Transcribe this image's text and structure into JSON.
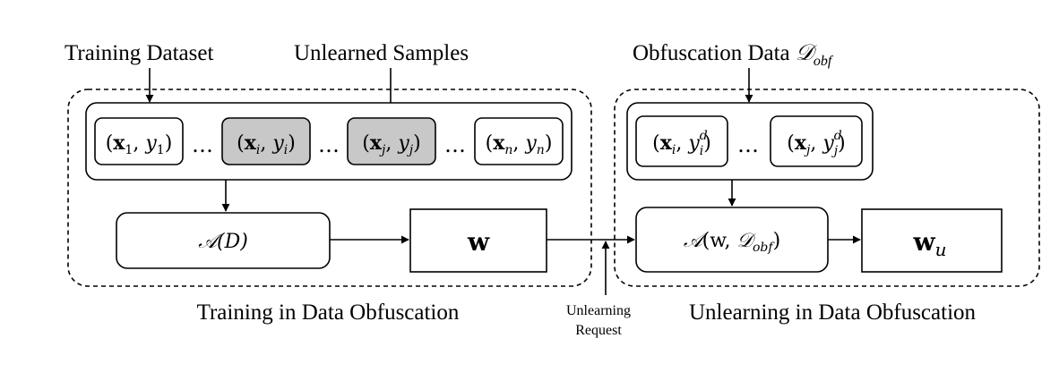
{
  "labels": {
    "training_dataset": "Training Dataset",
    "unlearned_samples": "Unlearned Samples",
    "obfuscation_data_text": "Obfuscation Data",
    "obfuscation_data_symbol": "𝒟",
    "obfuscation_data_sub": "obf",
    "training_caption": "Training in Data Obfuscation",
    "unlearning_caption": "Unlearning in Data Obfuscation",
    "unlearning_request_line1": "Unlearning",
    "unlearning_request_line2": "Request"
  },
  "training_samples": [
    {
      "bold": "x",
      "sub_x": "1",
      "y": "y",
      "sub_y": "1",
      "shaded": false
    },
    {
      "bold": "x",
      "sub_x": "i",
      "y": "y",
      "sub_y": "i",
      "shaded": true
    },
    {
      "bold": "x",
      "sub_x": "j",
      "y": "y",
      "sub_y": "j",
      "shaded": true
    },
    {
      "bold": "x",
      "sub_x": "n",
      "y": "y",
      "sub_y": "n",
      "shaded": false
    }
  ],
  "ellipsis": "…",
  "obfuscation_samples": [
    {
      "bold": "x",
      "sub_x": "i",
      "y": "y",
      "sup_y": "d",
      "sub_y": "i"
    },
    {
      "bold": "x",
      "sub_x": "j",
      "y": "y",
      "sup_y": "d",
      "sub_y": "j"
    }
  ],
  "boxes": {
    "train_algo": {
      "func": "𝒜",
      "arg": "(D)"
    },
    "weights": {
      "symbol": "w"
    },
    "unlearn_algo": {
      "func": "𝒜",
      "arg": "(w, ",
      "arg_sym": "𝒟",
      "arg_sub": "obf",
      "close": ")"
    },
    "weights_u": {
      "symbol": "w",
      "sub": "u"
    }
  },
  "colors": {
    "shaded": "#c8c8c8",
    "stroke": "#000000"
  }
}
